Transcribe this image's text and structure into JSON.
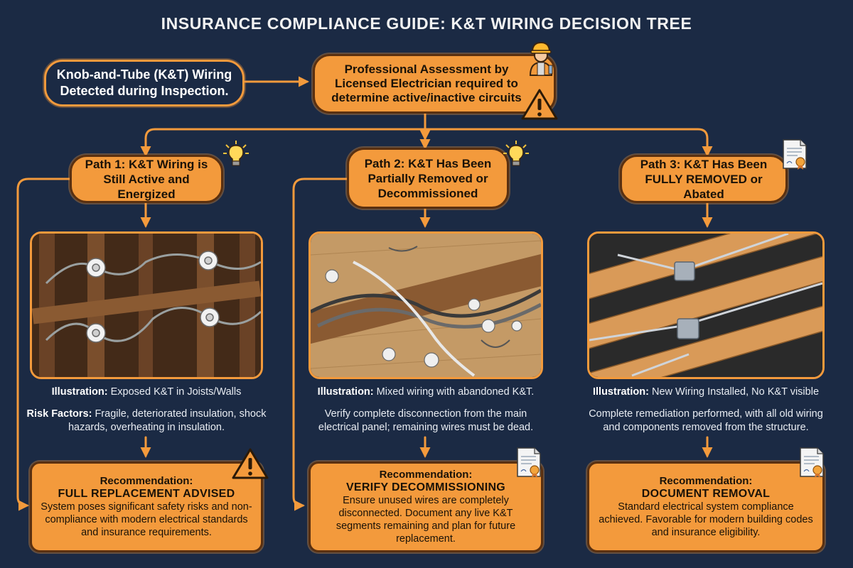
{
  "title": "INSURANCE COMPLIANCE GUIDE: K&T WIRING DECISION TREE",
  "start": {
    "detect_text": "Knob-and-Tube (K&T) Wiring Detected during Inspection.",
    "assessment_text": "Professional Assessment by Licensed Electrician required to determine active/inactive circuits"
  },
  "paths": [
    {
      "label": "Path 1: K&T Wiring is Still Active and Energized",
      "illustration_label": "Illustration:",
      "illustration_text": "Exposed K&T in Joists/Walls",
      "note_label": "Risk Factors:",
      "note_text": "Fragile, deteriorated insulation, shock hazards, overheating in insulation.",
      "rec_heading": "Recommendation:",
      "rec_title": "FULL REPLACEMENT ADVISED",
      "rec_text": "System poses significant safety risks and non-compliance with modern electrical standards and insurance requirements.",
      "top_icon": "lightbulb-icon",
      "rec_icon": "warning-icon"
    },
    {
      "label": "Path 2: K&T Has Been Partially Removed or Decommissioned",
      "illustration_label": "Illustration:",
      "illustration_text": "Mixed wiring with abandoned K&T.",
      "note_label": "",
      "note_text": "Verify complete disconnection from the main electrical panel; remaining wires must be dead.",
      "rec_heading": "Recommendation:",
      "rec_title": "VERIFY DECOMMISSIONING",
      "rec_text": "Ensure unused wires are completely disconnected. Document any live K&T segments remaining and plan for future replacement.",
      "top_icon": "lightbulb-icon",
      "rec_icon": "certificate-icon"
    },
    {
      "label": "Path 3: K&T Has Been FULLY REMOVED or Abated",
      "illustration_label": "Illustration:",
      "illustration_text": "New Wiring Installed, No K&T visible",
      "note_label": "",
      "note_text": "Complete remediation performed, with all old wiring and components removed from the structure.",
      "rec_heading": "Recommendation:",
      "rec_title": "DOCUMENT REMOVAL",
      "rec_text": "Standard electrical system compliance achieved. Favorable for modern building codes and insurance eligibility.",
      "top_icon": "certificate-icon",
      "rec_icon": "certificate-icon"
    }
  ],
  "colors": {
    "background": "#1b2a44",
    "accent": "#f39a3c",
    "text": "#ffffff"
  }
}
